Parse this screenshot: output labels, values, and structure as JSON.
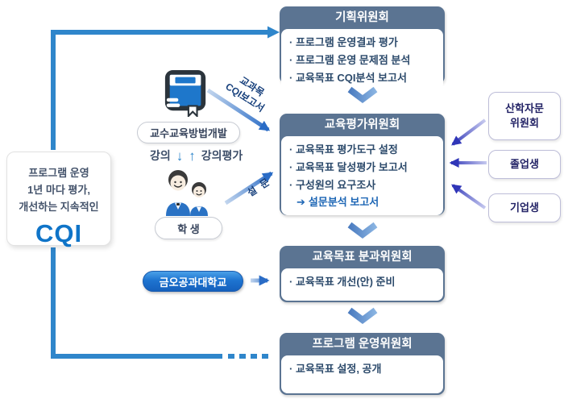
{
  "cqi_box": {
    "line1": "프로그램 운영",
    "line2": "1년 마다 평가,",
    "line3": "개선하는 지속적인",
    "acronym": "CQI"
  },
  "actors": {
    "teaching_method": "교수교육방법개발",
    "lecture": "강의",
    "lecture_evaluation": "강의평가",
    "students": "학 생",
    "university": "금오공과대학교"
  },
  "flow_labels": {
    "course_cqi_report": "교과목\nCQI보고서",
    "survey": "설 문"
  },
  "committees": [
    {
      "title": "기획위원회",
      "items": [
        "프로그램 운영결과 평가",
        "프로그램 운영 문제점 분석",
        "교육목표 CQI분석 보고서"
      ]
    },
    {
      "title": "교육평가위원회",
      "items": [
        "교육목표 평가도구 설정",
        "교육목표 달성평가 보고서",
        "구성원의 요구조사"
      ],
      "sub_item_arrow": "➔",
      "sub_item": "설문분석 보고서"
    },
    {
      "title": "교육목표 분과위원회",
      "items": [
        "교육목표 개선(안) 준비"
      ]
    },
    {
      "title": "프로그램 운영위원회",
      "items": [
        "교육목표 설정, 공개"
      ]
    }
  ],
  "stakeholders": [
    {
      "label": "산학자문\n위원회"
    },
    {
      "label": "졸업생"
    },
    {
      "label": "기업생"
    }
  ],
  "colors": {
    "flow_line_blue": "#2f86cb",
    "committee_header": "#5b7492",
    "committee_text": "#2c4a6b",
    "highlight_blue": "#1d66b5",
    "stakeholder_text": "#232366",
    "stakeholder_arrow": "#3036b8",
    "cqi_acronym": "#0f74c8",
    "university_pill": "#1560bd"
  }
}
